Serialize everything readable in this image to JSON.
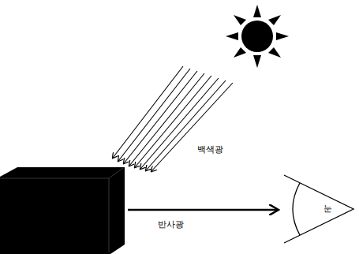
{
  "diagram": {
    "nodes": [
      {
        "text": [
          "눈"
        ]
      }
    ],
    "labels": [
      "백색광",
      "반사광"
    ]
  }
}
